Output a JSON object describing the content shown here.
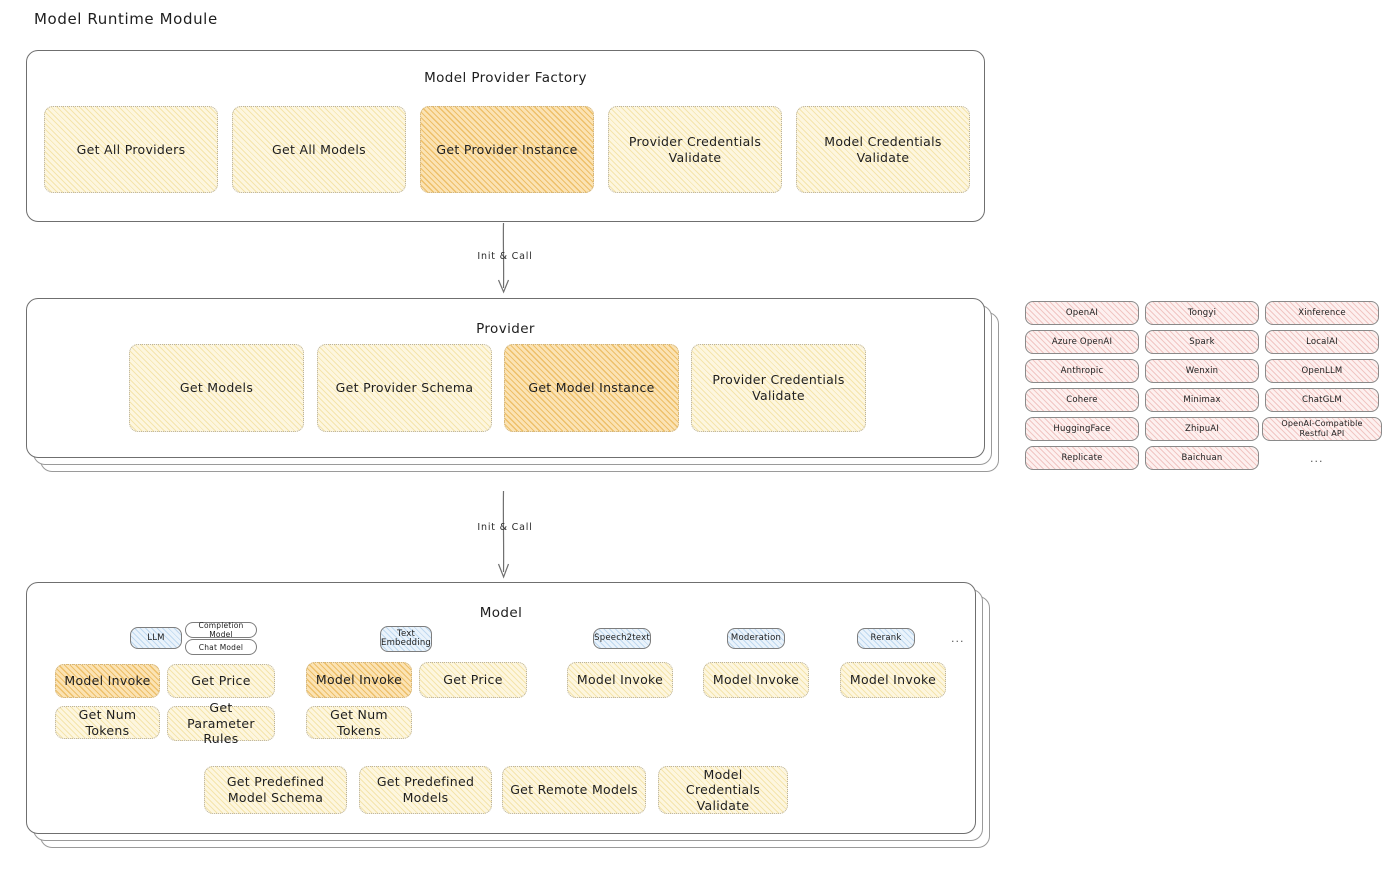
{
  "title": "Model Runtime Module",
  "factory": {
    "title": "Model Provider Factory",
    "nodes": [
      {
        "label": "Get All Providers",
        "highlight": false
      },
      {
        "label": "Get All Models",
        "highlight": false
      },
      {
        "label": "Get Provider Instance",
        "highlight": true
      },
      {
        "label": "Provider Credentials Validate",
        "highlight": false
      },
      {
        "label": "Model Credentials Validate",
        "highlight": false
      }
    ]
  },
  "arrow1": {
    "label": "Init & Call"
  },
  "provider": {
    "title": "Provider",
    "nodes": [
      {
        "label": "Get Models",
        "highlight": false
      },
      {
        "label": "Get Provider Schema",
        "highlight": false
      },
      {
        "label": "Get Model Instance",
        "highlight": true
      },
      {
        "label": "Provider Credentials Validate",
        "highlight": false
      }
    ]
  },
  "arrow2": {
    "label": "Init & Call"
  },
  "provider_list": {
    "columns": [
      [
        "OpenAI",
        "Azure OpenAI",
        "Anthropic",
        "Cohere",
        "HuggingFace",
        "Replicate"
      ],
      [
        "Tongyi",
        "Spark",
        "Wenxin",
        "Minimax",
        "ZhipuAI",
        "Baichuan"
      ],
      [
        "Xinference",
        "LocalAI",
        "OpenLLM",
        "ChatGLM",
        "OpenAI-Compatible Restful API"
      ]
    ],
    "more": "..."
  },
  "model": {
    "title": "Model",
    "more": "...",
    "types": [
      {
        "name": "LLM",
        "subtypes": [
          "Completion Model",
          "Chat Model"
        ]
      },
      {
        "name": "Text Embedding",
        "subtypes": []
      },
      {
        "name": "Speech2text",
        "subtypes": []
      },
      {
        "name": "Moderation",
        "subtypes": []
      },
      {
        "name": "Rerank",
        "subtypes": []
      }
    ],
    "llm_ops": [
      {
        "label": "Model Invoke",
        "highlight": true
      },
      {
        "label": "Get Price",
        "highlight": false
      },
      {
        "label": "Get Num Tokens",
        "highlight": false
      },
      {
        "label": "Get Parameter Rules",
        "highlight": false
      }
    ],
    "embedding_ops": [
      {
        "label": "Model Invoke",
        "highlight": true
      },
      {
        "label": "Get Price",
        "highlight": false
      },
      {
        "label": "Get Num Tokens",
        "highlight": false
      }
    ],
    "speech2text_ops": [
      {
        "label": "Model Invoke",
        "highlight": false
      }
    ],
    "moderation_ops": [
      {
        "label": "Model Invoke",
        "highlight": false
      }
    ],
    "rerank_ops": [
      {
        "label": "Model Invoke",
        "highlight": false
      }
    ],
    "common_ops": [
      {
        "label": "Get Predefined Model Schema"
      },
      {
        "label": "Get Predefined Models"
      },
      {
        "label": "Get Remote Models"
      },
      {
        "label": "Model Credentials Validate"
      }
    ]
  },
  "colors": {
    "highlight": "#fbe3b4",
    "node": "#fdf6df",
    "provider_chip": "#fdf0ef",
    "model_type_chip": "#eaf3fb",
    "stroke": "#6f6f6f"
  }
}
